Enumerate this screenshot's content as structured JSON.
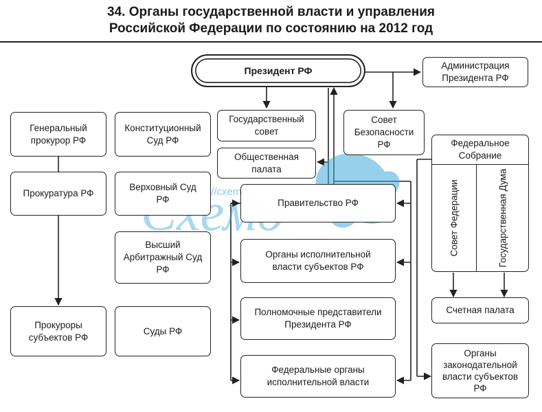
{
  "title": {
    "line1": "34. Органы государственной власти и управления",
    "line2": "Российской Федерации по состоянию на 2012 год"
  },
  "nodes": {
    "president": "Президент РФ",
    "administration": "Администрация\nПрезидента РФ",
    "general_prosecutor": "Генеральный\nпрокурор РФ",
    "constitutional_court": "Конституционный\nСуд РФ",
    "state_council": "Государственный\nсовет",
    "security_council": "Совет\nБезопасности\nРФ",
    "public_chamber": "Общественная\nпалата",
    "federal_assembly": "Федеральное\nСобрание",
    "prosecutors_office": "Прокуратура РФ",
    "supreme_court": "Верховный Суд\nРФ",
    "government": "Правительство РФ",
    "federation_council": "Совет Федерации",
    "state_duma": "Государственная\nДума",
    "higher_arbitration_court": "Высший\nАрбитражный Суд\nРФ",
    "regional_executive": "Органы исполнительной\nвласти субъектов РФ",
    "plenipotentiaries": "Полномочные представители\nПрезидента РФ",
    "accounts_chamber": "Счетная палата",
    "regional_prosecutors": "Прокуроры\nсубъектов РФ",
    "courts": "Суды РФ",
    "federal_executive": "Федеральные органы\nисполнительной власти",
    "regional_legislative": "Органы\nзаконодательной\nвласти субъектов\nРФ"
  },
  "watermark": {
    "text": "Схемо",
    "url": "http://cxemo.рф",
    "badge": "РФ",
    "color": "#3fa9d8"
  },
  "colors": {
    "line": "#222222",
    "background": "#ffffff"
  }
}
